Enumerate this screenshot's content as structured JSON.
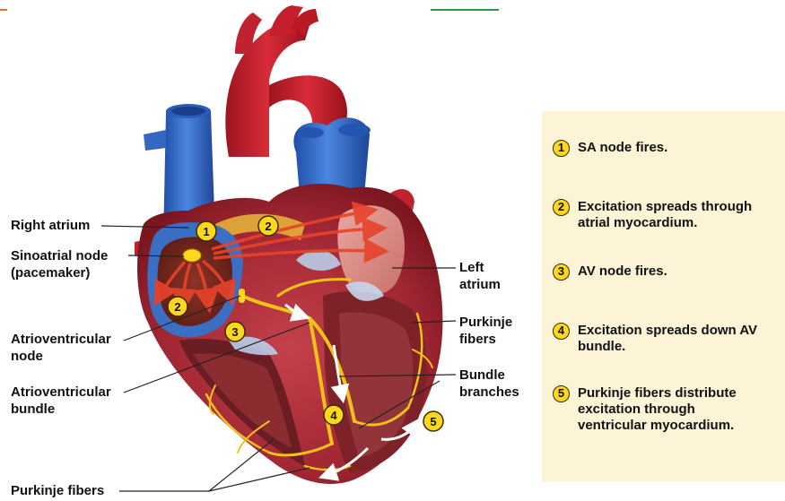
{
  "labels": {
    "right_atrium": "Right atrium",
    "sa_node_line1": "Sinoatrial node",
    "sa_node_line2": "(pacemaker)",
    "av_node_line1": "Atrioventricular",
    "av_node_line2": "node",
    "av_bundle_line1": "Atrioventricular",
    "av_bundle_line2": "bundle",
    "purkinje_bottom": "Purkinje fibers",
    "left_atrium_line1": "Left",
    "left_atrium_line2": "atrium",
    "purkinje_right_line1": "Purkinje",
    "purkinje_right_line2": "fibers",
    "bundle_branches_line1": "Bundle",
    "bundle_branches_line2": "branches"
  },
  "markers": [
    "1",
    "2",
    "2",
    "3",
    "4",
    "5"
  ],
  "steps": [
    {
      "num": "1",
      "text": "SA node fires."
    },
    {
      "num": "2",
      "text": "Excitation spreads through\natrial myocardium."
    },
    {
      "num": "3",
      "text": "AV node fires."
    },
    {
      "num": "4",
      "text": "Excitation spreads down AV\nbundle."
    },
    {
      "num": "5",
      "text": "Purkinje fibers distribute\nexcitation through\nventricular myocardium."
    }
  ],
  "colors": {
    "legend_bg": "#fdf3d6",
    "marker_fill": "#fbd81c",
    "vessel_blue": "#3a6fc4",
    "vessel_red": "#c9202c",
    "myocardium": "#a3303a",
    "conduction_yellow": "#f2c21a"
  }
}
